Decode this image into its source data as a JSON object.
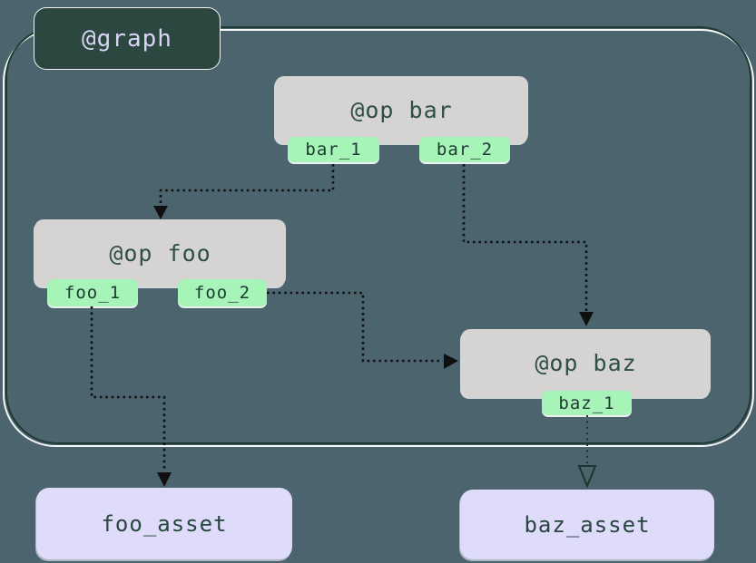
{
  "diagram": {
    "graph_label": "@graph",
    "ops": [
      {
        "name": "bar",
        "label": "@op bar",
        "outputs": [
          "bar_1",
          "bar_2"
        ]
      },
      {
        "name": "foo",
        "label": "@op foo",
        "outputs": [
          "foo_1",
          "foo_2"
        ]
      },
      {
        "name": "baz",
        "label": "@op baz",
        "outputs": [
          "baz_1"
        ]
      }
    ],
    "assets": [
      "foo_asset",
      "baz_asset"
    ],
    "edges": [
      {
        "from": "bar_1",
        "to": "op foo"
      },
      {
        "from": "bar_2",
        "to": "op baz"
      },
      {
        "from": "foo_2",
        "to": "op baz"
      },
      {
        "from": "foo_1",
        "to": "foo_asset"
      },
      {
        "from": "baz_1",
        "to": "baz_asset"
      }
    ],
    "colors": {
      "background": "#4c646e",
      "graph_box": "#2b473f",
      "container_border": "#1e3b33",
      "op_box": "#d6d3d3",
      "op_text": "#2e4f47",
      "output_pin": "#a6f4b8",
      "pin_text": "#1e3933",
      "asset_box": "#dfdbfb",
      "asset_text": "#27463e",
      "light_text": "#d9d5f6",
      "edge": "#101010",
      "edge_thin": "#1d332d"
    }
  }
}
